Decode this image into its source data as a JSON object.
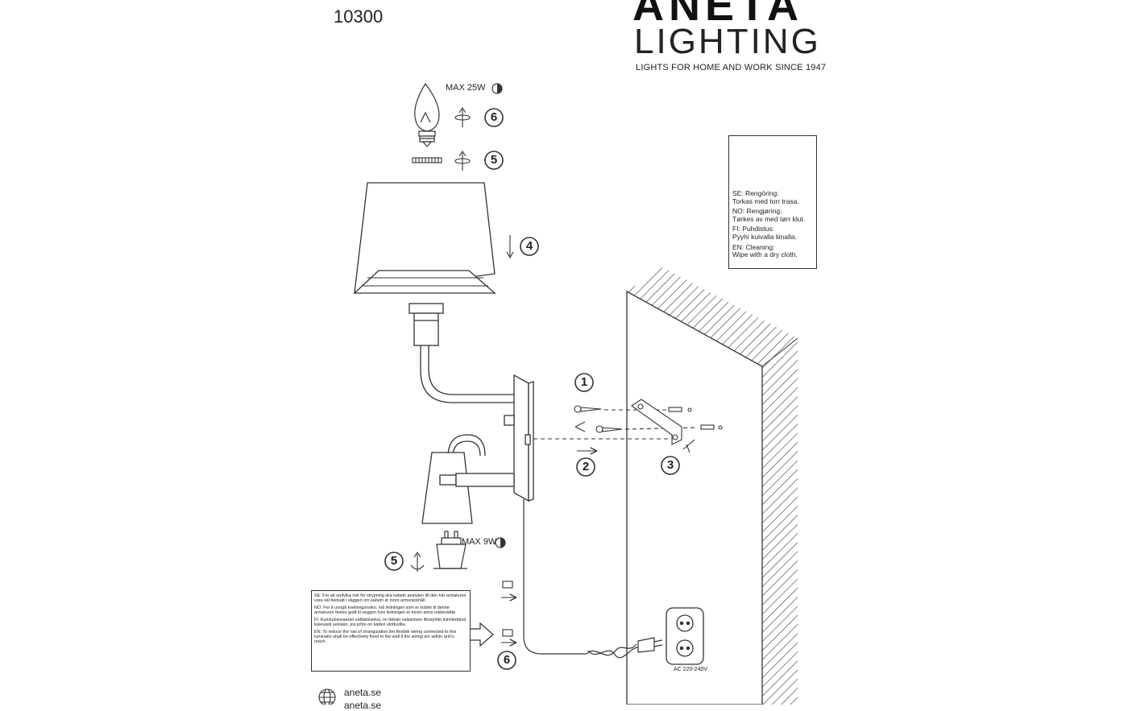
{
  "brand": {
    "name": "ANETA",
    "sub": "LIGHTING",
    "tagline": "LIGHTS FOR HOME AND WORK SINCE 1947"
  },
  "model_number": "10300",
  "ratings": {
    "top_bulb": "MAX 25W",
    "spot_bulb": "MAX 9W",
    "voltage": "AC 220-240V"
  },
  "steps": {
    "s1": "1",
    "s2": "2",
    "s3": "3",
    "s4": "4",
    "s5_top": "5",
    "s5_bottom": "5",
    "s6_top": "6",
    "s6_bottom": "6"
  },
  "cleaning": {
    "se_title": "SE: Rengöring:",
    "se_text": "Torkas med torr trasa.",
    "no_title": "NO: Rengjøring:",
    "no_text": "Tørkes av med tørr klut.",
    "fi_title": "FI: Puhdistus:",
    "fi_text": "Pyyhi kuivalla liinalla.",
    "en_title": "EN: Cleaning:",
    "en_text": "Wipe with a dry cloth."
  },
  "warning": {
    "se": "SE: För att undvika risk för strypning ska kabeln ansluten till den här armaturen vara väl fastsatt i väggen om kabeln är inom armsräckhåll.",
    "no": "NO: For å unngå kvelningsrisiko, må ledningen som er koblet til denne armaturen festes godt til veggen hvis ledningen er innen arms rekkevidde.",
    "fi": "FI: Kuristumisvaaran välttämiseksi, on tämän valaisimen liitosjohto kiinnitettävä tukevasti seinään, jos johto on käden ulottuvilla.",
    "en": "EN: To reduce the risk of strangulation the flexible wiring connected to this luminaire shall be effectively fixed to the wall if the wiring are within arm's reach."
  },
  "website": "aneta.se",
  "website2": "aneta.se",
  "icons": [
    "bulb-candle-icon",
    "bulb-gu10-icon",
    "globe-icon",
    "cloth-wipe-icon",
    "power-socket-icon",
    "plug-icon",
    "rotate-icon",
    "screw-icon"
  ]
}
